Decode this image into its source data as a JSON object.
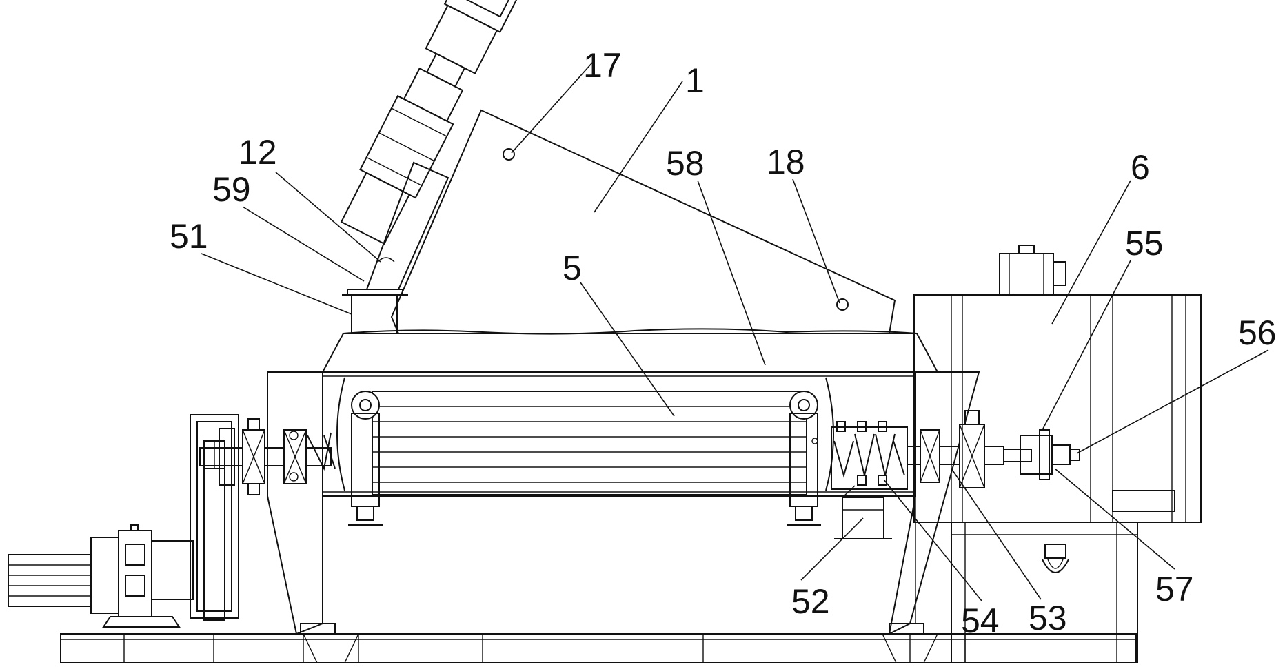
{
  "labels": {
    "l17": "17",
    "l1": "1",
    "l12": "12",
    "l58": "58",
    "l18": "18",
    "l6": "6",
    "l59": "59",
    "l55": "55",
    "l51": "51",
    "l5": "5",
    "l56": "56",
    "l52": "52",
    "l54": "54",
    "l53": "53",
    "l57": "57"
  },
  "colors": {
    "line": "#111111",
    "background": "#ffffff"
  }
}
